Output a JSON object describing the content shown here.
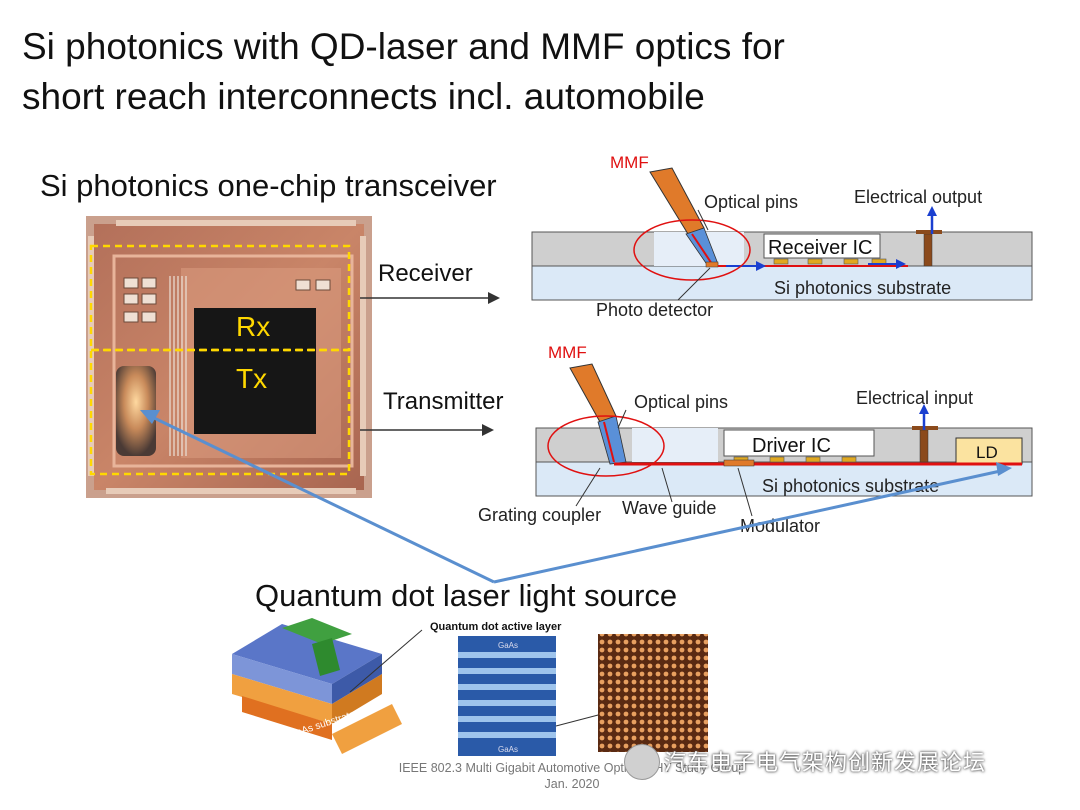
{
  "title": {
    "line1": "Si photonics with QD-laser and MMF optics for",
    "line2": "short reach interconnects incl. automobile"
  },
  "chip": {
    "subtitle": "Si photonics one-chip transceiver",
    "rx_label": "Rx",
    "tx_label": "Tx"
  },
  "arrows": {
    "receiver": "Receiver",
    "transmitter": "Transmitter"
  },
  "receiver_diagram": {
    "mmf": "MMF",
    "optical_pins": "Optical pins",
    "electrical_output": "Electrical output",
    "ic": "Receiver IC",
    "substrate": "Si photonics substrate",
    "photo_detector": "Photo detector"
  },
  "transmitter_diagram": {
    "mmf": "MMF",
    "optical_pins": "Optical pins",
    "electrical_input": "Electrical input",
    "ic": "Driver IC",
    "ld": "LD",
    "substrate": "Si photonics substrate",
    "grating_coupler": "Grating coupler",
    "wave_guide": "Wave guide",
    "modulator": "Modulator"
  },
  "qd": {
    "title": "Quantum dot laser light source",
    "active_layer": "Quantum dot active layer",
    "gaas_top": "GaAs",
    "gaas_bottom": "GaAs",
    "gaas_substrate": "GaAs substrate"
  },
  "footer": {
    "line1": "IEEE 802.3 Multi Gigabit Automotive Optical PHY Study Group",
    "line2": "Jan. 2020"
  },
  "watermark": "汽车电子电气架构创新发展论坛",
  "colors": {
    "mmf_orange": "#e07a2a",
    "laser_red": "#e01010",
    "arrow_blue": "#5a8fcf",
    "substrate_blue": "#dbe9f7",
    "dash_yellow": "#ffd800"
  }
}
